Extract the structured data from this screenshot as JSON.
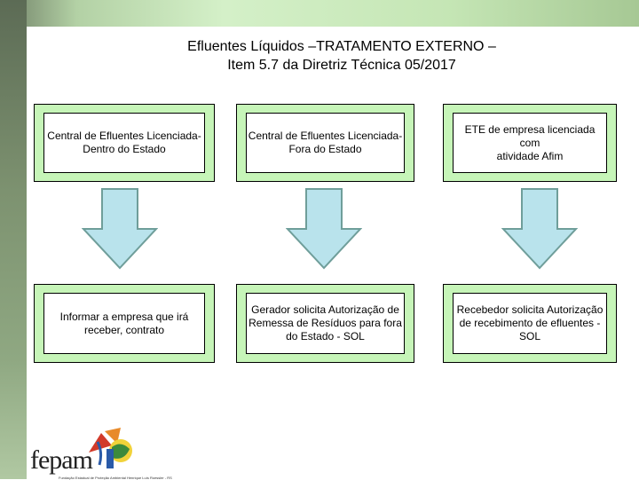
{
  "title": {
    "line1": "Efluentes Líquidos –TRATAMENTO EXTERNO –",
    "line2": "Item 5.7 da Diretriz Técnica 05/2017"
  },
  "columns": [
    {
      "top": "Central de Efluentes Licenciada-\nDentro do Estado",
      "bottom": "Informar a empresa que irá\nreceber, contrato"
    },
    {
      "top": "Central de Efluentes Licenciada-\nFora do Estado",
      "bottom": "Gerador solicita Autorização de\nRemessa de Resíduos para fora\ndo Estado - SOL"
    },
    {
      "top": "ETE de empresa licenciada com\natividade Afim",
      "bottom": "Recebedor solicita Autorização\nde recebimento de efluentes -\nSOL"
    }
  ],
  "logo": {
    "text": "fepam",
    "subtitle": "Fundação Estadual de Proteção Ambiental Henrique Luís Roessler - RS"
  },
  "colors": {
    "box_fill": "#c6f5b8",
    "arrow_fill": "#b9e3ec",
    "arrow_stroke": "#6f9e9a"
  }
}
